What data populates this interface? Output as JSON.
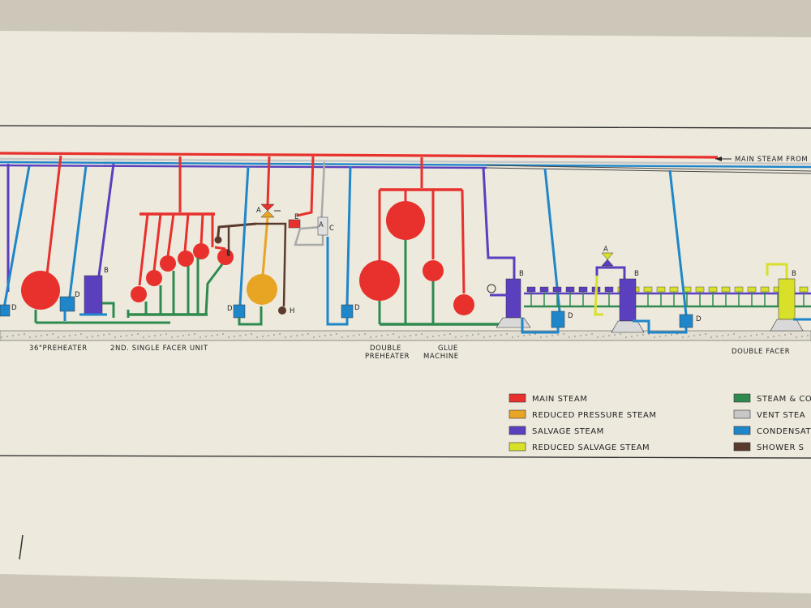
{
  "colors": {
    "main_steam": "#e8302c",
    "reduced_pressure_steam": "#e8a423",
    "salvage_steam": "#5b3fbf",
    "reduced_salvage_steam": "#d9e02a",
    "steam_condensate": "#2f8a4f",
    "vent_steam": "#c7c7c7",
    "condensate": "#1f86c9",
    "shower_steam": "#5a3a2c",
    "paper": "#ede9dd",
    "ink": "#222222"
  },
  "header": {
    "arrow_label": "MAIN STEAM FROM"
  },
  "labels": {
    "preheater_36": "36\"PREHEATER",
    "single_facer": "2ND. SINGLE FACER UNIT",
    "double_preheater_1": "DOUBLE",
    "double_preheater_2": "PREHEATER",
    "glue_machine_1": "GLUE",
    "glue_machine_2": "MACHINE",
    "double_facer": "DOUBLE FACER"
  },
  "valve_letters": {
    "a": "A",
    "b": "B",
    "c": "C",
    "d": "D",
    "e": "E",
    "h": "H"
  },
  "legend": [
    {
      "label": "MAIN STEAM",
      "color": "#e8302c"
    },
    {
      "label": "REDUCED PRESSURE STEAM",
      "color": "#e8a423"
    },
    {
      "label": "SALVAGE STEAM",
      "color": "#5b3fbf"
    },
    {
      "label": "REDUCED SALVAGE STEAM",
      "color": "#d9e02a"
    },
    {
      "label": "STEAM & CON",
      "color": "#2f8a4f"
    },
    {
      "label": "VENT STEA",
      "color": "#c7c7c7"
    },
    {
      "label": "CONDENSAT",
      "color": "#1f86c9"
    },
    {
      "label": "SHOWER S",
      "color": "#5a3a2c"
    }
  ]
}
